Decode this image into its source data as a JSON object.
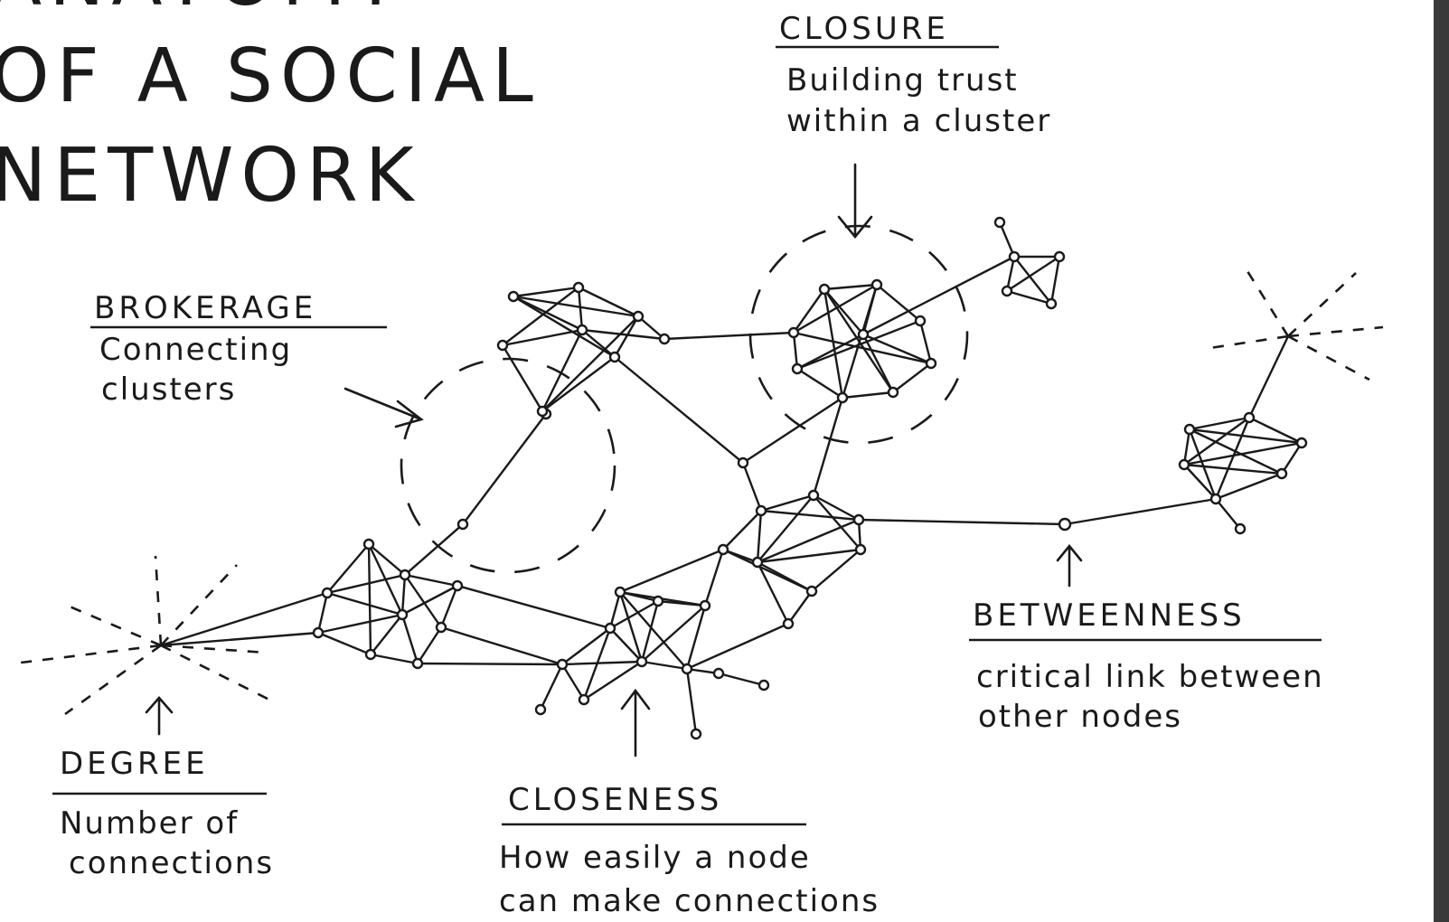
{
  "title": {
    "line1": "ANATOMY",
    "line2": "OF A SOCIAL",
    "line3": "NETWORK"
  },
  "labels": {
    "closure": {
      "heading": "CLOSURE",
      "line1": "Building trust",
      "line2": "within a cluster"
    },
    "brokerage": {
      "heading": "BROKERAGE",
      "line1": "Connecting",
      "line2": "clusters"
    },
    "betweenness": {
      "heading": "BETWEENNESS",
      "line1": "critical link between",
      "line2": "other nodes"
    },
    "degree": {
      "heading": "DEGREE",
      "line1": "Number of",
      "line2": "connections"
    },
    "closeness": {
      "heading": "CLOSENESS",
      "line1": "How easily a node",
      "line2": "can make connections"
    }
  },
  "colors": {
    "ink": "#1a1a1a",
    "paper": "#ffffff",
    "edge_strip": "#3a3a3a"
  }
}
